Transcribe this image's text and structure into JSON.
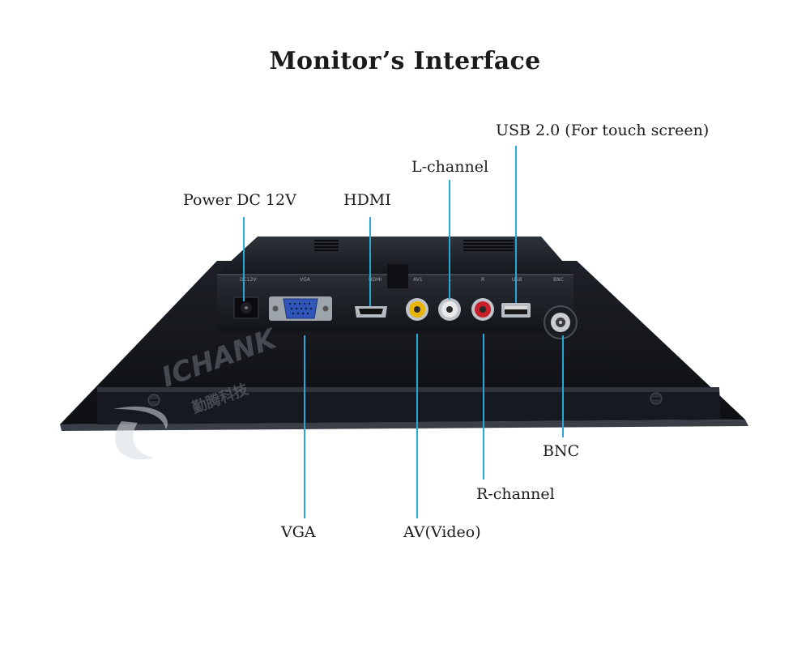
{
  "title": "Monitor’s Interface",
  "labels": {
    "power": "Power DC 12V",
    "hdmi": "HDMI",
    "l_channel": "L-channel",
    "usb": "USB 2.0 (For touch screen)",
    "bnc": "BNC",
    "r_channel": "R-channel",
    "vga": "VGA",
    "av_video": "AV(Video)"
  },
  "panel_markings": [
    "DC12V",
    "VGA",
    "HDMI",
    "AV1",
    "L",
    "R",
    "USB",
    "BNC"
  ],
  "watermark": {
    "text": "ICHANK",
    "sub": "勤腾科技"
  },
  "colors": {
    "leader_line": "#29a8d8",
    "rca_yellow": "#e8b400",
    "rca_white": "#e9e9e9",
    "rca_red": "#c8202a",
    "vga_blue": "#2f56b8"
  }
}
